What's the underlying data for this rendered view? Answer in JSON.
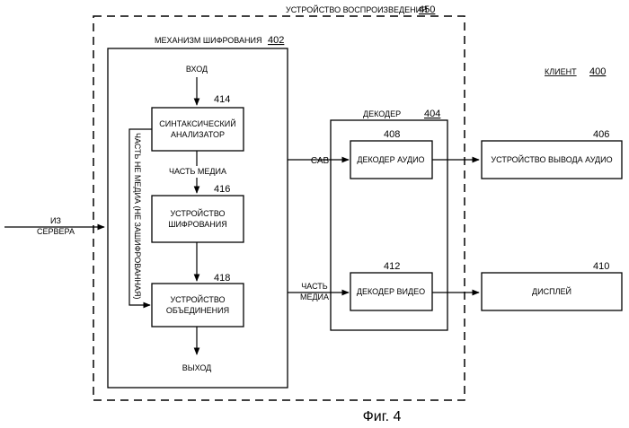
{
  "playback_device": {
    "label": "УСТРОЙСТВО ВОСПРОИЗВЕДЕНИЯ",
    "ref": "450"
  },
  "client": {
    "label": "КЛИЕНТ",
    "ref": "400"
  },
  "encryption_mechanism": {
    "label": "МЕХАНИЗМ ШИФРОВАНИЯ",
    "ref": "402"
  },
  "input_label": "ВХОД",
  "output_label": "ВЫХОД",
  "parser": {
    "line1": "СИНТАКСИЧЕСКИЙ",
    "line2": "АНАЛИЗАТОР",
    "ref": "414"
  },
  "media_part_label": "ЧАСТЬ МЕДИА",
  "encryptor": {
    "line1": "УСТРОЙСТВО",
    "line2": "ШИФРОВАНИЯ",
    "ref": "416"
  },
  "combiner": {
    "line1": "УСТРОЙСТВО",
    "line2": "ОБЪЕДИНЕНИЯ",
    "ref": "418"
  },
  "non_media_label": "ЧАСТЬ НЕ МЕДИА (НЕ ЗАШИФРОВАННАЯ)",
  "from_server": {
    "line1": "ИЗ",
    "line2": "СЕРВЕРА"
  },
  "decoder": {
    "label": "ДЕКОДЕР",
    "ref": "404"
  },
  "audio_decoder": {
    "label": "ДЕКОДЕР АУДИО",
    "ref": "408"
  },
  "video_decoder": {
    "label": "ДЕКОДЕР ВИДЕО",
    "ref": "412"
  },
  "sav_label": "САВ",
  "media_part_out": {
    "line1": "ЧАСТЬ",
    "line2": "МЕДИА"
  },
  "audio_output": {
    "label": "УСТРОЙСТВО ВЫВОДА АУДИО",
    "ref": "406"
  },
  "display": {
    "label": "ДИСПЛЕЙ",
    "ref": "410"
  },
  "figure_caption": "Фиг. 4"
}
